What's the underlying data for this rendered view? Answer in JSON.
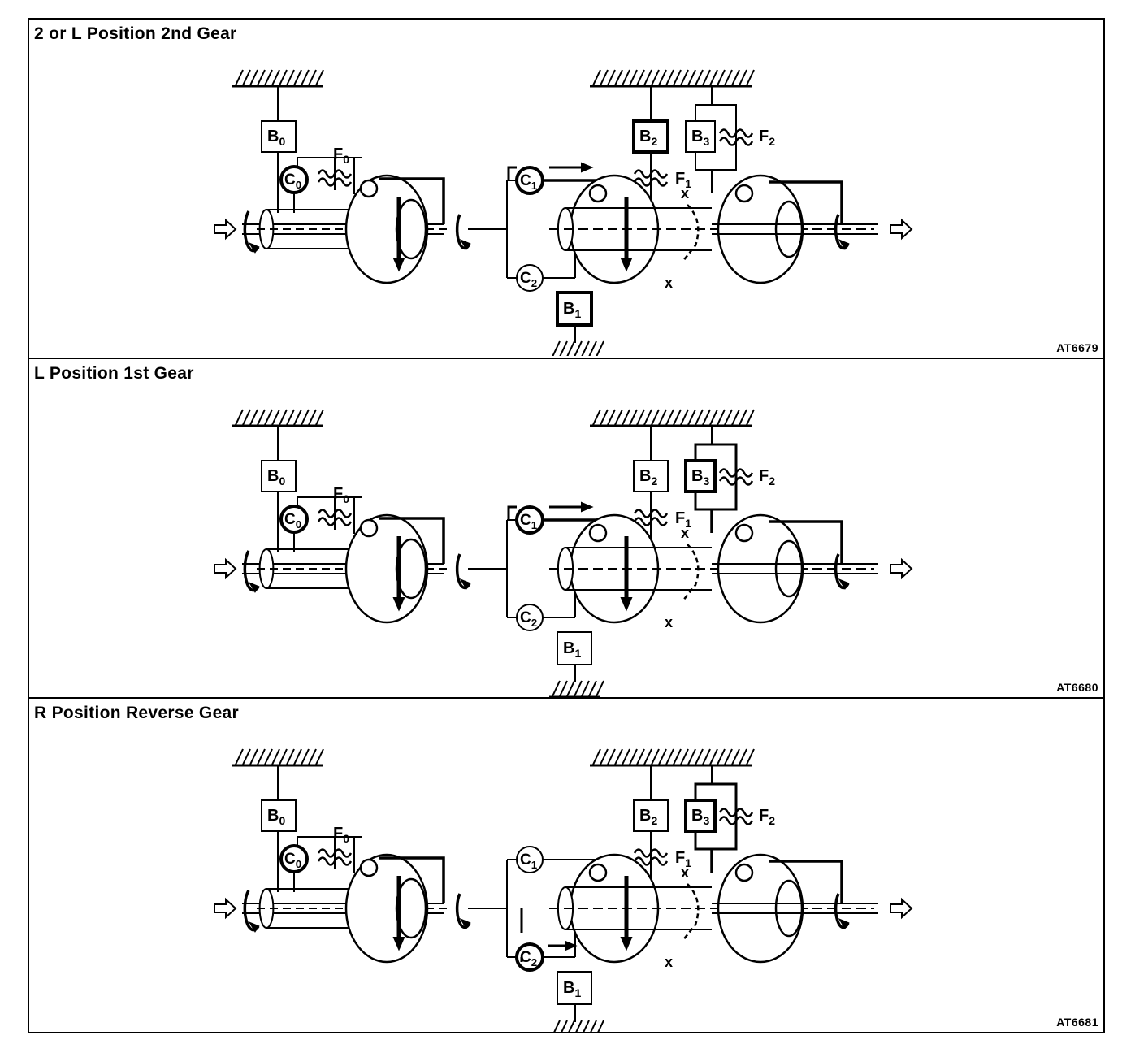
{
  "panels": [
    {
      "title": "2 or L Position 2nd Gear",
      "code": "AT6679",
      "bold": [
        "B2",
        "B1",
        "C1",
        "C0"
      ],
      "labels": {
        "B0": "B",
        "B0sub": "0",
        "C0": "C",
        "C0sub": "0",
        "F0": "F",
        "F0sub": "0",
        "C1": "C",
        "C1sub": "1",
        "C2": "C",
        "C2sub": "2",
        "B1": "B",
        "B1sub": "1",
        "B2": "B",
        "B2sub": "2",
        "B3": "B",
        "B3sub": "3",
        "F1": "F",
        "F1sub": "1",
        "F2": "F",
        "F2sub": "2",
        "x": "x"
      }
    },
    {
      "title": "L Position 1st Gear",
      "code": "AT6680",
      "bold": [
        "B3",
        "C1",
        "C0"
      ],
      "labels": {
        "B0": "B",
        "B0sub": "0",
        "C0": "C",
        "C0sub": "0",
        "F0": "F",
        "F0sub": "0",
        "C1": "C",
        "C1sub": "1",
        "C2": "C",
        "C2sub": "2",
        "B1": "B",
        "B1sub": "1",
        "B2": "B",
        "B2sub": "2",
        "B3": "B",
        "B3sub": "3",
        "F1": "F",
        "F1sub": "1",
        "F2": "F",
        "F2sub": "2",
        "x": "x"
      }
    },
    {
      "title": "R Position Reverse Gear",
      "code": "AT6681",
      "bold": [
        "B3",
        "C2",
        "C0"
      ],
      "labels": {
        "B0": "B",
        "B0sub": "0",
        "C0": "C",
        "C0sub": "0",
        "F0": "F",
        "F0sub": "0",
        "C1": "C",
        "C1sub": "1",
        "C2": "C",
        "C2sub": "2",
        "B1": "B",
        "B1sub": "1",
        "B2": "B",
        "B2sub": "2",
        "B3": "B",
        "B3sub": "3",
        "F1": "F",
        "F1sub": "1",
        "F2": "F",
        "F2sub": "2",
        "x": "x"
      }
    }
  ]
}
